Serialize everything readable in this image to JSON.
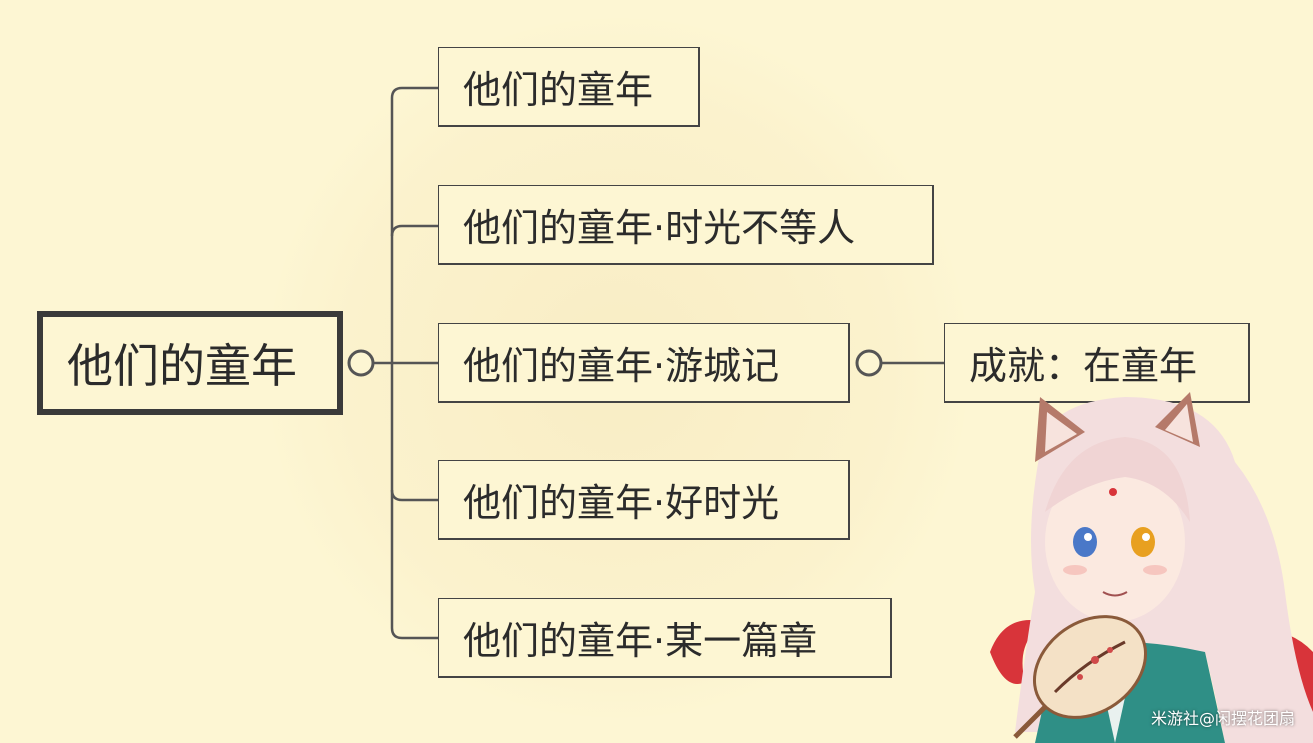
{
  "mindmap": {
    "root": {
      "label": "他们的童年"
    },
    "children": [
      {
        "label": "他们的童年"
      },
      {
        "label": "他们的童年·时光不等人"
      },
      {
        "label": "他们的童年·游城记",
        "children": [
          {
            "label": "成就：在童年"
          }
        ]
      },
      {
        "label": "他们的童年·好时光"
      },
      {
        "label": "他们的童年·某一篇章"
      }
    ]
  },
  "watermark": "米游社@闲摆花团扇",
  "colors": {
    "background": "#fdf6d3",
    "border": "#3a3a3a",
    "line": "#555555",
    "text": "#2b2b2b"
  }
}
